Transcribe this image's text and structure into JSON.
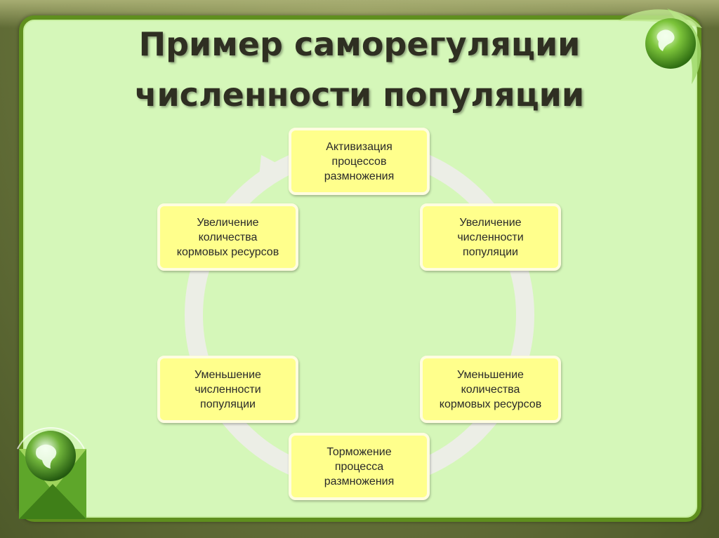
{
  "title": {
    "line1": "Пример саморегуляции",
    "line2": "численности популяции"
  },
  "cycle": {
    "nodes": [
      {
        "id": "activation",
        "label": "Активизация\nпроцессов\nразмножения"
      },
      {
        "id": "pop-increase",
        "label": "Увеличение\nчисленности\nпопуляции"
      },
      {
        "id": "food-decrease",
        "label": "Уменьшение\nколичества\nкормовых ресурсов"
      },
      {
        "id": "inhibition",
        "label": "Торможение\nпроцесса\nразмножения"
      },
      {
        "id": "pop-decrease",
        "label": "Уменьшение\nчисленности\nпопуляции"
      },
      {
        "id": "food-increase",
        "label": "Увеличение\nколичества\nкормовых ресурсов"
      }
    ],
    "direction": "clockwise"
  },
  "colors": {
    "panel": "#d5f7b9",
    "panel_border": "#5f8f1e",
    "box_fill": "#ffff8c",
    "ring": "#eceee6"
  },
  "decorations": {
    "top_right": "globe-leaf-icon",
    "bottom_left": "globe-envelope-icon"
  }
}
